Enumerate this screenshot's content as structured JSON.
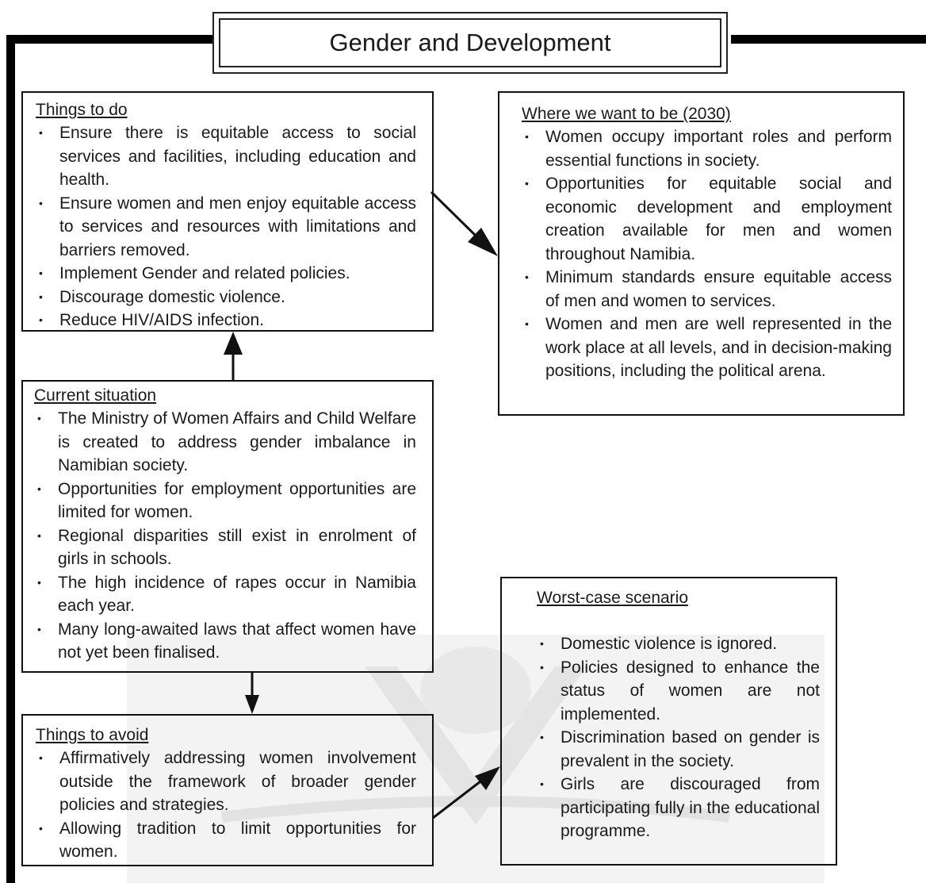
{
  "title": "Gender and Development",
  "boxes": {
    "todo": {
      "heading": "Things to do",
      "items": [
        "Ensure there is equitable access to social services and facilities, including education and health.",
        "Ensure women and men enjoy equitable access to services and resources with limitations and barriers removed.",
        "Implement Gender and related policies.",
        "Discourage domestic violence.",
        "Reduce HIV/AIDS infection."
      ]
    },
    "where": {
      "heading": "Where we want to be (2030)",
      "items": [
        "Women occupy important roles and perform essential functions in society.",
        "Opportunities for equitable social and economic development and employment creation available for men and women throughout Namibia.",
        "Minimum standards ensure equitable access of men and women to services.",
        "Women and men are well represented in the work place at all levels, and in decision-making positions, including the political arena."
      ]
    },
    "current": {
      "heading": "Current situation",
      "items": [
        "The Ministry of Women Affairs and Child Welfare is created to address gender imbalance in Namibian society.",
        "Opportunities for employment opportunities are limited for women.",
        "Regional disparities still exist in enrolment of girls in schools.",
        "The high incidence of rapes occur in Namibia each year.",
        "Many long-awaited laws that affect women have not yet been finalised."
      ]
    },
    "avoid": {
      "heading": "Things to avoid",
      "items": [
        "Affirmatively addressing women involvement outside the framework of broader gender policies and strategies.",
        "Allowing tradition to limit opportunities for women."
      ]
    },
    "worst": {
      "heading": "Worst-case scenario",
      "items": [
        "Domestic violence is ignored.",
        "Policies designed to enhance the status of women are not implemented.",
        "Discrimination based on gender is prevalent in the society.",
        "Girls are discouraged from participating fully in the educational programme."
      ]
    }
  },
  "colors": {
    "line": "#111111",
    "watermark": "#eeeeee"
  }
}
